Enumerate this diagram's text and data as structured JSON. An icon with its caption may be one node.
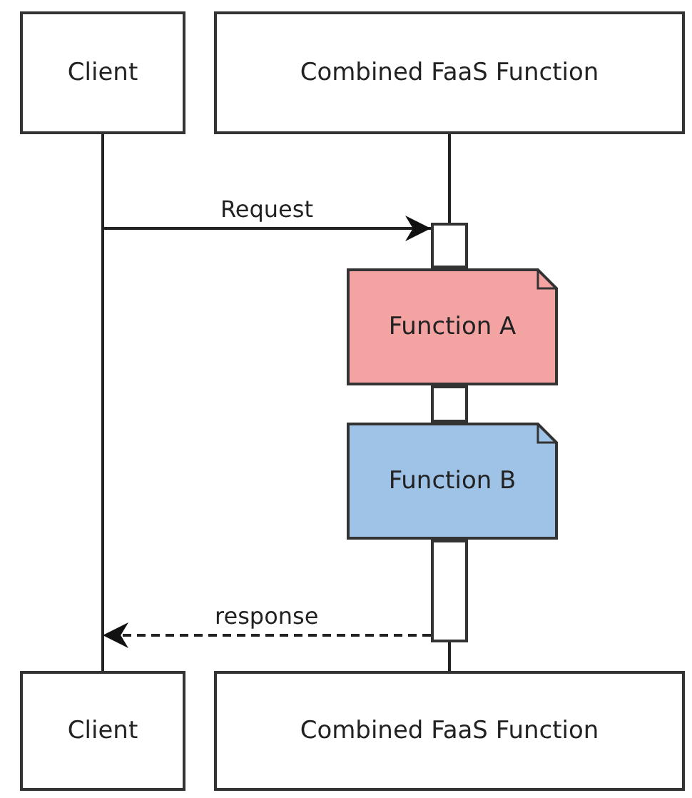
{
  "diagram": {
    "nodes": [
      {
        "text": [
          "Client"
        ]
      },
      {
        "text": [
          "Combined FaaS Function"
        ]
      },
      {
        "text": [],
        "shape": "bar"
      },
      {
        "text": [
          "Function A"
        ]
      },
      {
        "text": [],
        "shape": "bar"
      },
      {
        "text": [
          "Function B"
        ]
      },
      {
        "text": [],
        "shape": "bar"
      },
      {
        "text": [
          "Client"
        ]
      },
      {
        "text": [
          "Combined FaaS Function"
        ]
      }
    ],
    "edges": [
      {
        "from": 0,
        "to": 7,
        "arrow": "none"
      },
      {
        "from": 1,
        "to": 2,
        "arrow": "none"
      },
      {
        "from": 6,
        "to": 8,
        "arrow": "none"
      },
      {
        "from": null,
        "to": 2,
        "arrow": "to",
        "label": "Request"
      },
      {
        "from": 6,
        "to": 7,
        "arrow": "to",
        "label": "response",
        "style": "dashed"
      }
    ]
  }
}
